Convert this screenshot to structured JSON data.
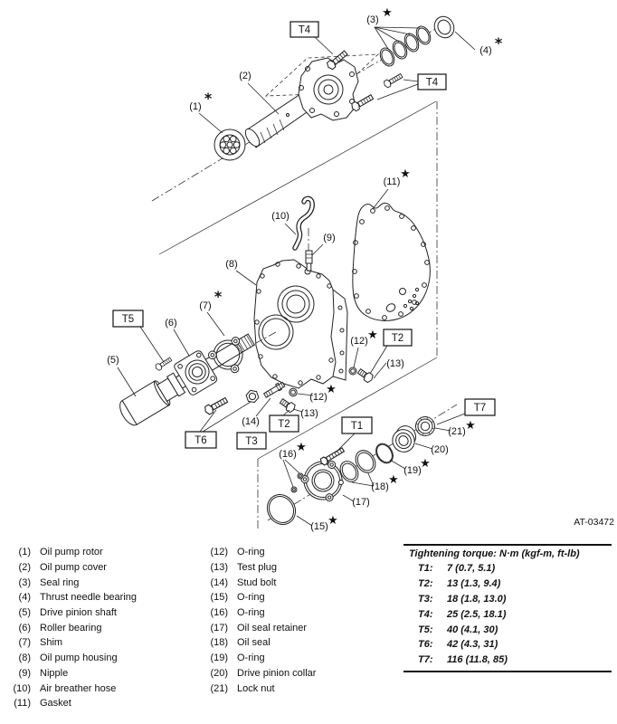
{
  "figure": {
    "id": "AT-03472"
  },
  "callouts": {
    "n1": {
      "label": "(1)",
      "mark": "*"
    },
    "n2": {
      "label": "(2)"
    },
    "n3": {
      "label": "(3)",
      "mark": "★"
    },
    "n4": {
      "label": "(4)",
      "mark": "*"
    },
    "n5": {
      "label": "(5)"
    },
    "n6": {
      "label": "(6)"
    },
    "n7": {
      "label": "(7)",
      "mark": "*"
    },
    "n8": {
      "label": "(8)"
    },
    "n9": {
      "label": "(9)"
    },
    "n10": {
      "label": "(10)"
    },
    "n11": {
      "label": "(11)",
      "mark": "★"
    },
    "n12a": {
      "label": "(12)",
      "mark": "★"
    },
    "n12b": {
      "label": "(12)",
      "mark": "★"
    },
    "n13a": {
      "label": "(13)"
    },
    "n13b": {
      "label": "(13)"
    },
    "n14": {
      "label": "(14)"
    },
    "n15": {
      "label": "(15)",
      "mark": "★"
    },
    "n16": {
      "label": "(16)",
      "mark": "★"
    },
    "n17": {
      "label": "(17)"
    },
    "n18": {
      "label": "(18)",
      "mark": "★"
    },
    "n19": {
      "label": "(19)",
      "mark": "★"
    },
    "n20": {
      "label": "(20)"
    },
    "n21": {
      "label": "(21)",
      "mark": "★"
    }
  },
  "torque_tags": {
    "t1": "T1",
    "t2a": "T2",
    "t2b": "T2",
    "t3": "T3",
    "t4a": "T4",
    "t4b": "T4",
    "t5": "T5",
    "t6": "T6",
    "t7": "T7"
  },
  "parts": [
    {
      "num": "(1)",
      "name": "Oil pump rotor"
    },
    {
      "num": "(2)",
      "name": "Oil pump cover"
    },
    {
      "num": "(3)",
      "name": "Seal ring"
    },
    {
      "num": "(4)",
      "name": "Thrust needle bearing"
    },
    {
      "num": "(5)",
      "name": "Drive pinion shaft"
    },
    {
      "num": "(6)",
      "name": "Roller bearing"
    },
    {
      "num": "(7)",
      "name": "Shim"
    },
    {
      "num": "(8)",
      "name": "Oil pump housing"
    },
    {
      "num": "(9)",
      "name": "Nipple"
    },
    {
      "num": "(10)",
      "name": "Air breather hose"
    },
    {
      "num": "(11)",
      "name": "Gasket"
    },
    {
      "num": "(12)",
      "name": "O-ring"
    },
    {
      "num": "(13)",
      "name": "Test plug"
    },
    {
      "num": "(14)",
      "name": "Stud bolt"
    },
    {
      "num": "(15)",
      "name": "O-ring"
    },
    {
      "num": "(16)",
      "name": "O-ring"
    },
    {
      "num": "(17)",
      "name": "Oil seal retainer"
    },
    {
      "num": "(18)",
      "name": "Oil seal"
    },
    {
      "num": "(19)",
      "name": "O-ring"
    },
    {
      "num": "(20)",
      "name": "Drive pinion collar"
    },
    {
      "num": "(21)",
      "name": "Lock nut"
    }
  ],
  "torque_table": {
    "title": "Tightening torque: N·m (kgf-m, ft-lb)",
    "rows": [
      {
        "tag": "T1:",
        "value": "7 (0.7, 5.1)"
      },
      {
        "tag": "T2:",
        "value": "13 (1.3, 9.4)"
      },
      {
        "tag": "T3:",
        "value": "18 (1.8, 13.0)"
      },
      {
        "tag": "T4:",
        "value": "25 (2.5, 18.1)"
      },
      {
        "tag": "T5:",
        "value": "40 (4.1, 30)"
      },
      {
        "tag": "T6:",
        "value": "42 (4.3, 31)"
      },
      {
        "tag": "T7:",
        "value": "116 (11.8, 85)"
      }
    ]
  }
}
